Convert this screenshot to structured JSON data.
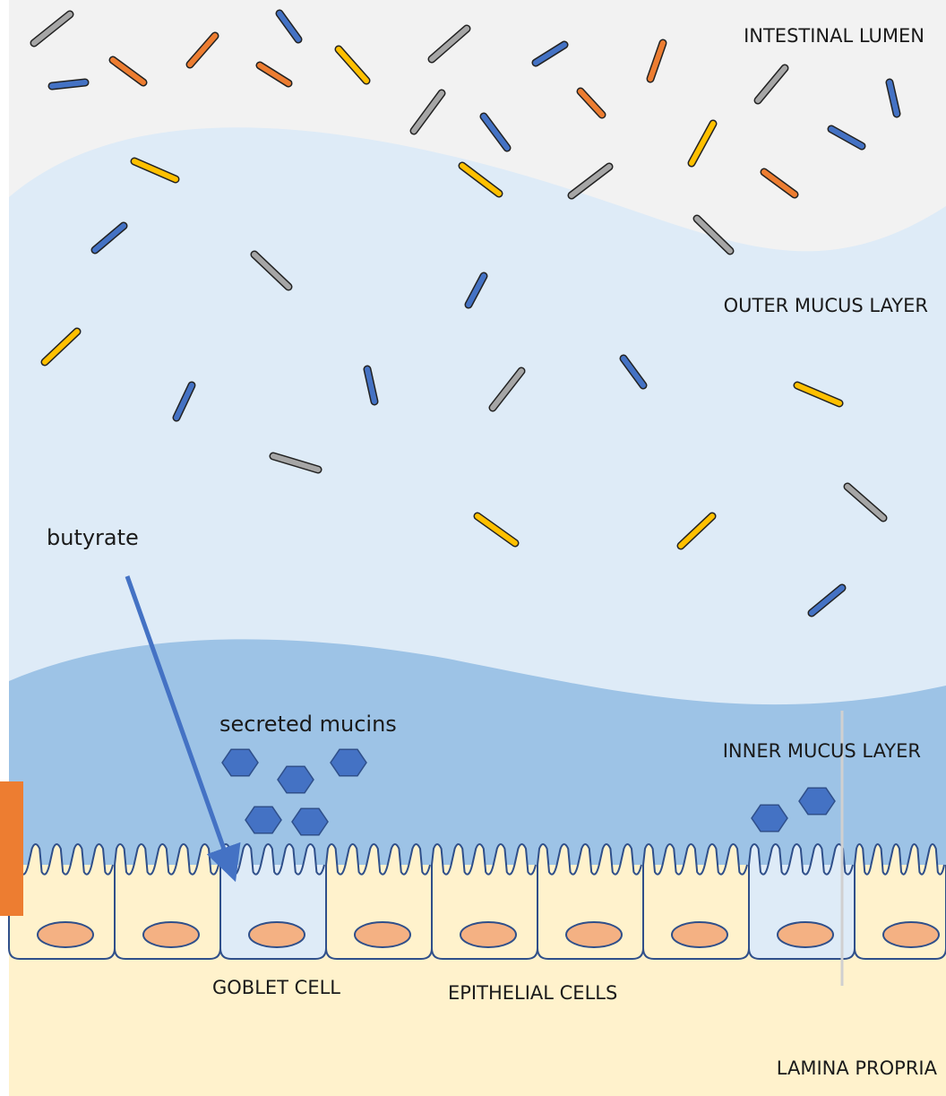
{
  "labels": {
    "lumen": "INTESTINAL LUMEN",
    "outer": "OUTER MUCUS LAYER",
    "inner": "INNER MUCUS LAYER",
    "butyrate": "butyrate",
    "mucins": "secreted mucins",
    "goblet": "GOBLET CELL",
    "epithelial": "EPITHELIAL CELLS",
    "lamina": "LAMINA PROPRIA"
  },
  "colors": {
    "lumen": "#f2f2f2",
    "outer_mucus": "#deebf7",
    "inner_mucus": "#9dc3e6",
    "lamina_propria": "#fff2cc",
    "epithelial_cell": "#fff2cc",
    "goblet_cell": "#deebf7",
    "nucleus": "#f4b183",
    "mucin": "#4472c4",
    "arrow": "#4472c4",
    "outline": "#2f4f8a",
    "side_marker": "#ed7d31",
    "bacteria": {
      "gray": "#a6a6a6",
      "blue": "#4472c4",
      "orange": "#ed7d31",
      "yellow": "#ffc000"
    }
  },
  "icons": {
    "bacterium": "rod-shaped-bacterium-icon",
    "mucin": "hexagon-mucin-icon"
  }
}
